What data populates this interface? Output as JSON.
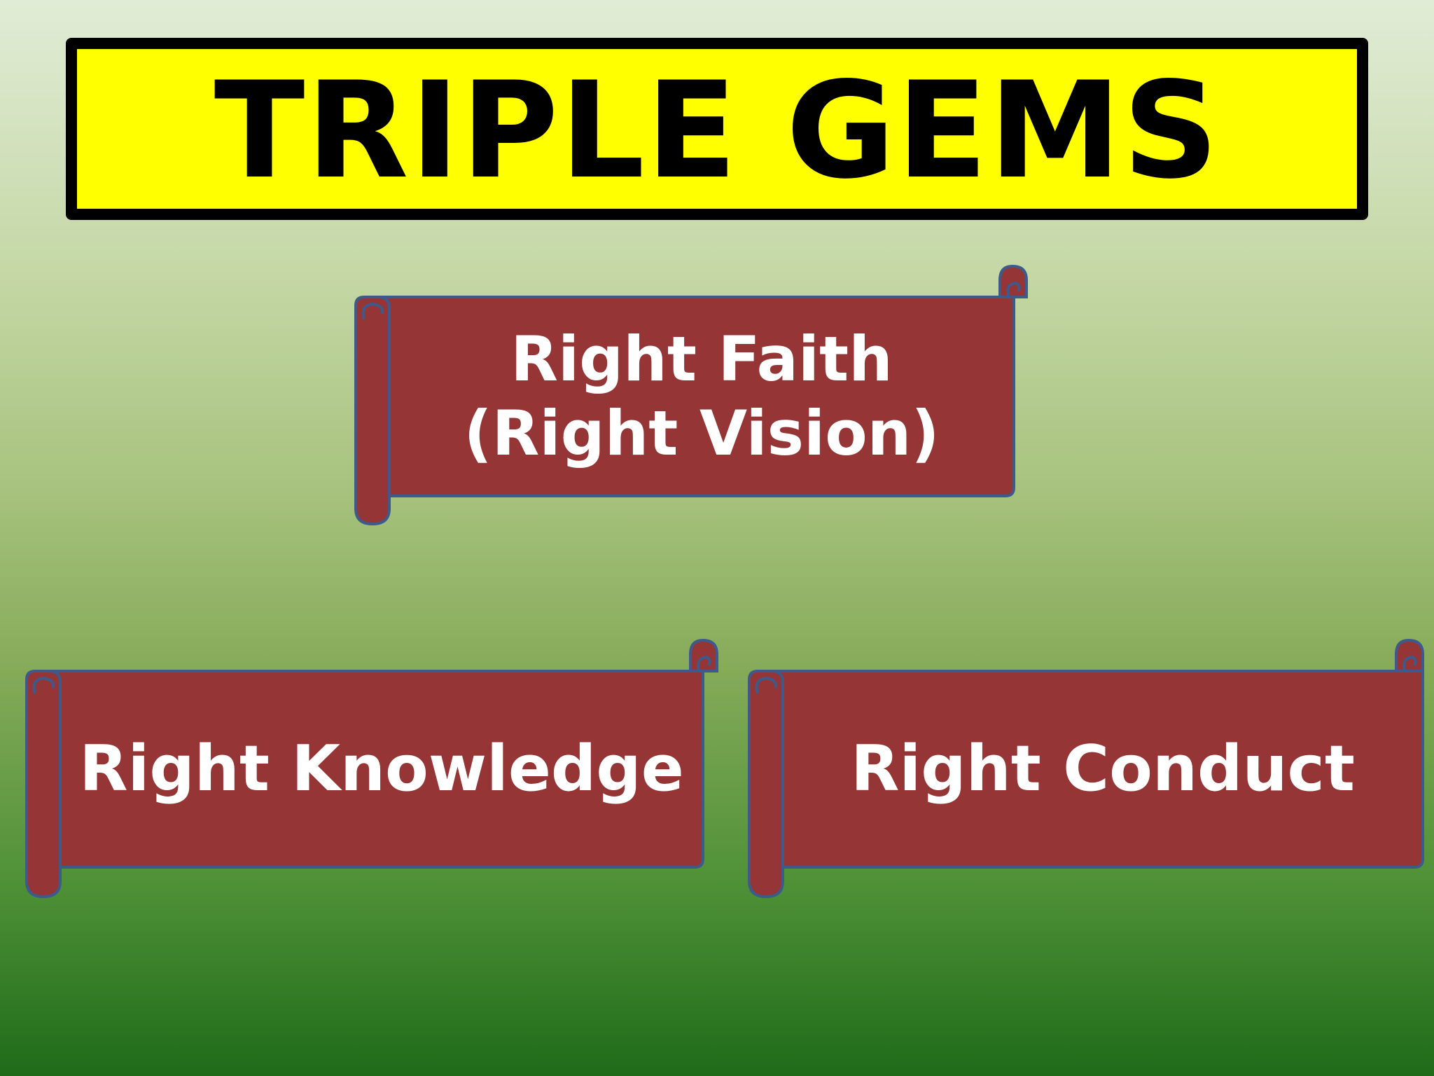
{
  "slide": {
    "title": "TRIPLE GEMS",
    "scrolls": {
      "faith": {
        "line1": "Right Faith",
        "line2": "(Right Vision)"
      },
      "knowledge": {
        "label": "Right Knowledge"
      },
      "conduct": {
        "label": "Right Conduct"
      }
    }
  },
  "colors": {
    "title_background": "#ffff00",
    "title_border": "#000000",
    "scroll_fill": "#963535",
    "scroll_outline": "#3d5a8a",
    "scroll_text": "#ffffff"
  }
}
